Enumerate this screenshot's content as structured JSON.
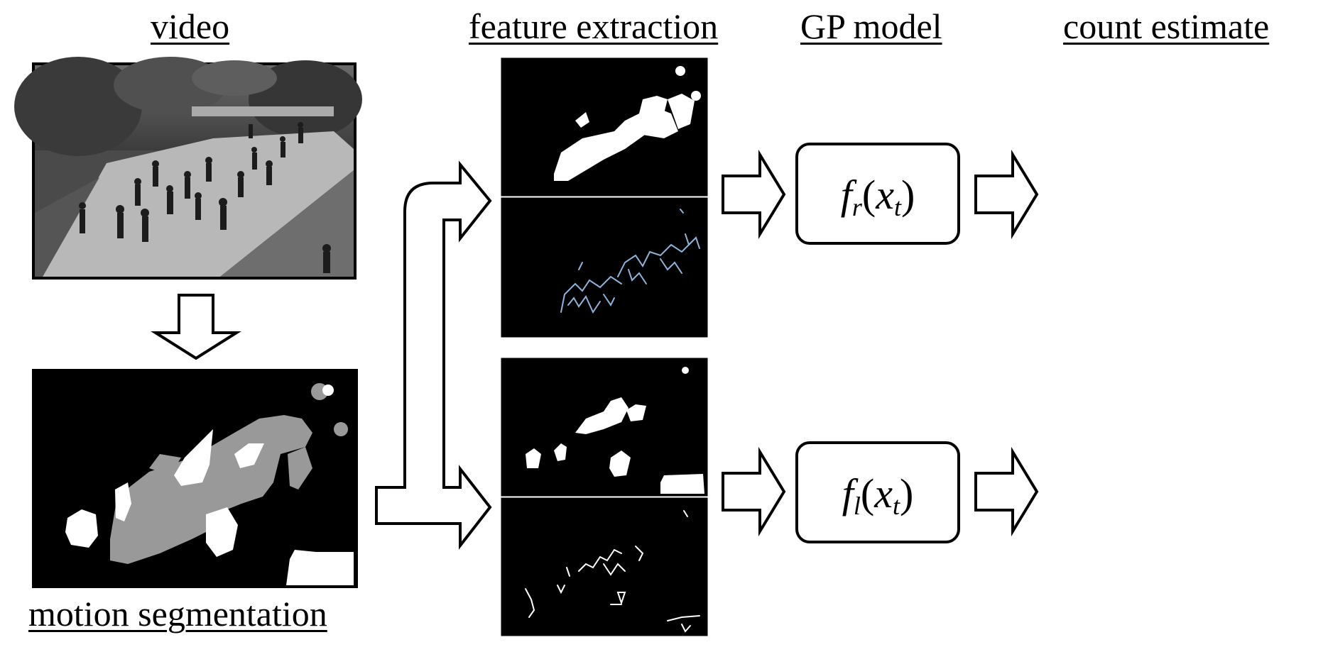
{
  "headings": {
    "video": "video",
    "feature_extraction": "feature extraction",
    "gp_model": "GP model",
    "count_estimate": "count estimate",
    "motion_segmentation": "motion segmentation"
  },
  "models": {
    "right": {
      "func": "f",
      "sub": "r",
      "arg": "x",
      "arg_sub": "t"
    },
    "left": {
      "func": "f",
      "sub": "l",
      "arg": "x",
      "arg_sub": "t"
    }
  },
  "colors": {
    "background": "#ffffff",
    "panel": "#000000",
    "foreground_blob": "#ffffff",
    "gray_blob": "#999999",
    "edge_blue": "#8fb3d9",
    "stroke": "#000000"
  }
}
